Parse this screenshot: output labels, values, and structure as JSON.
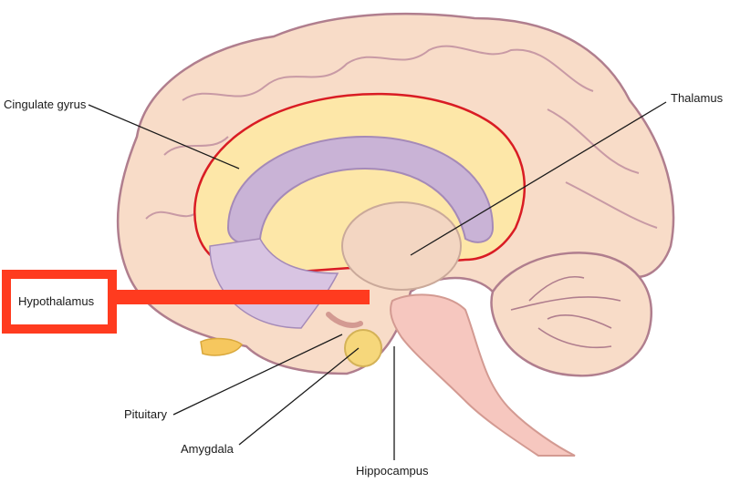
{
  "labels": {
    "cingulate": "Cingulate gyrus",
    "thalamus": "Thalamus",
    "hypothalamus": "Hypothalamus",
    "pituitary": "Pituitary",
    "amygdala": "Amygdala",
    "hippocampus": "Hippocampus"
  },
  "colors": {
    "cortex": "#f8dcc8",
    "cortex_outline": "#b07e8e",
    "limbic_yellow": "#fde7a8",
    "limbic_outline": "#d91c24",
    "ventricle": "#c9b3d6",
    "brainstem": "#f6c7bf",
    "amygdala": "#f6d77b",
    "highlight": "#ff3b1f"
  }
}
